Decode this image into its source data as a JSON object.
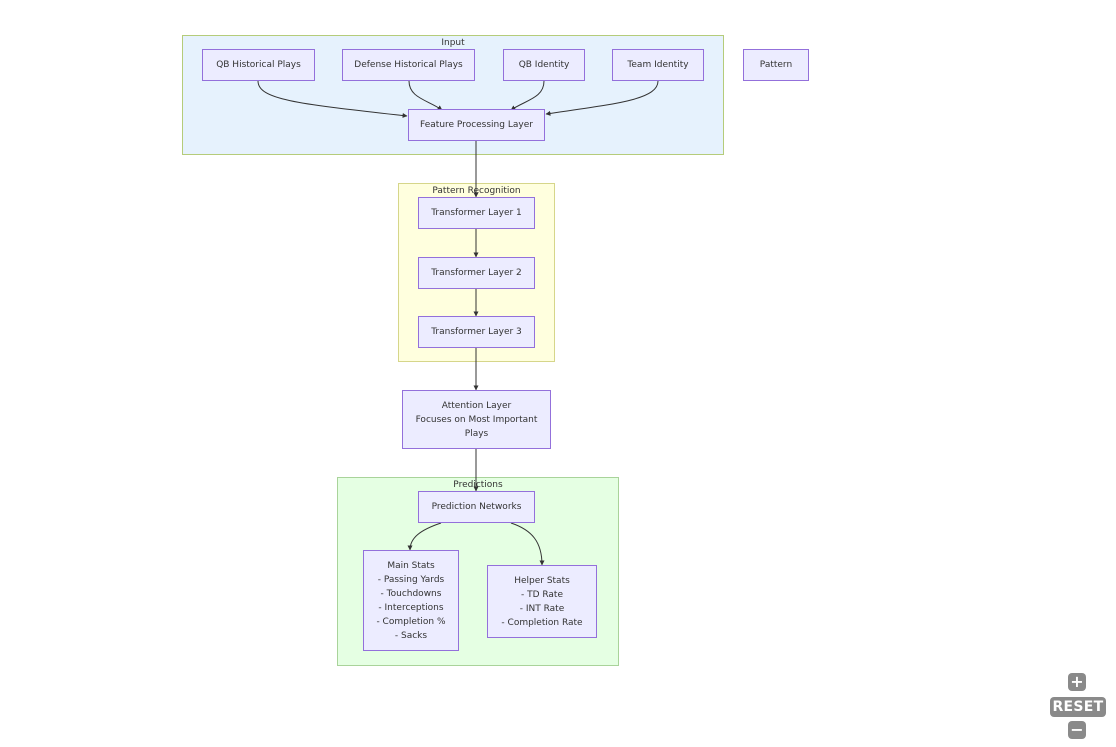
{
  "clusters": {
    "input": {
      "title": "Input",
      "fill": "#e6f2fd",
      "stroke": "#b5cc7a"
    },
    "pattern": {
      "title": "Pattern Recognition",
      "fill": "#ffffde",
      "stroke": "#d6d68a"
    },
    "predictions": {
      "title": "Predictions",
      "fill": "#e5ffe3",
      "stroke": "#a9d39a"
    }
  },
  "nodes": {
    "qb_plays": "QB Historical Plays",
    "def_plays": "Defense Historical Plays",
    "qb_identity": "QB Identity",
    "team_identity": "Team Identity",
    "pattern": "Pattern",
    "feature": "Feature Processing Layer",
    "transformer1": "Transformer Layer 1",
    "transformer2": "Transformer Layer 2",
    "transformer3": "Transformer Layer 3",
    "attention": [
      "Attention Layer",
      "Focuses on Most Important",
      "Plays"
    ],
    "prediction_networks": "Prediction Networks",
    "main_stats": [
      "Main Stats",
      "- Passing Yards",
      "- Touchdowns",
      "- Interceptions",
      "- Completion %",
      "- Sacks"
    ],
    "helper_stats": [
      "Helper Stats",
      "- TD Rate",
      "- INT Rate",
      "- Completion Rate"
    ]
  },
  "controls": {
    "zoom_in": "+",
    "reset": "RESET",
    "zoom_out": "−"
  }
}
